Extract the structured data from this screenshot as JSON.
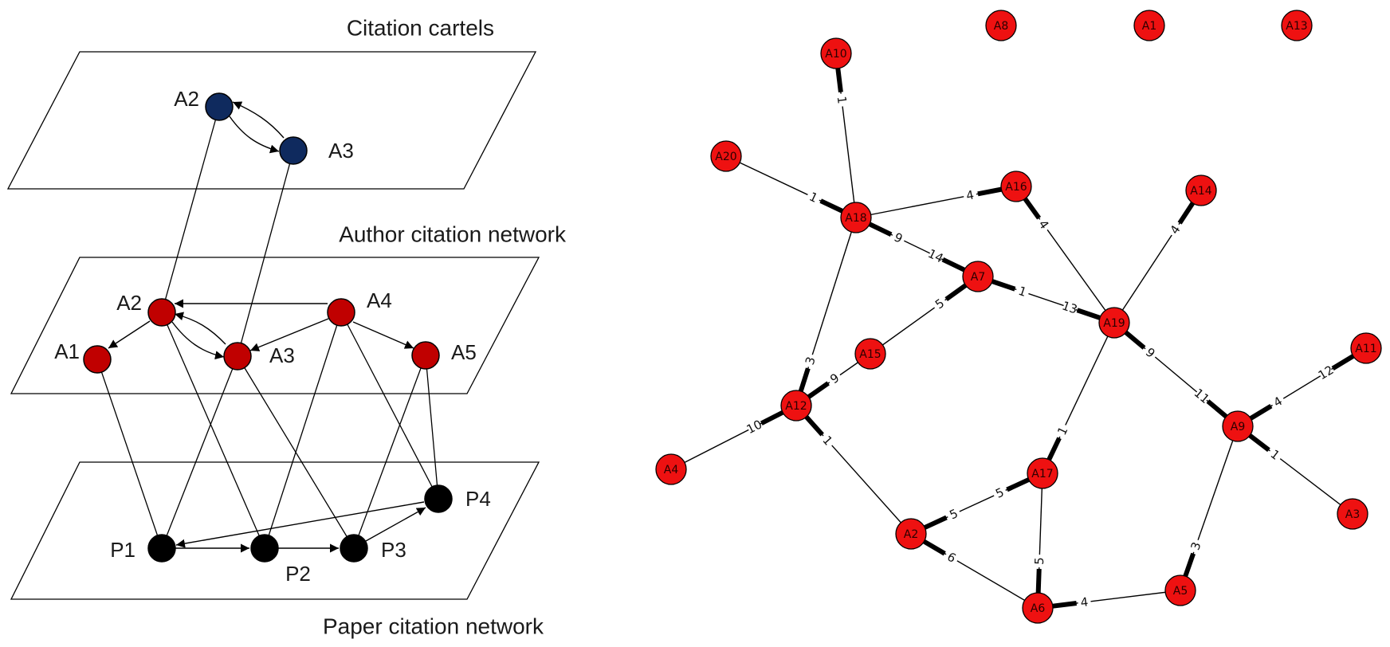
{
  "colors": {
    "cartel_node": "#0f2a5e",
    "author_node": "#c00000",
    "paper_node": "#000000",
    "graph_node": "#ee1111",
    "line": "#000000"
  },
  "left_panel": {
    "layers": {
      "cartel": "Citation cartels",
      "author": "Author citation network",
      "paper": "Paper citation network"
    },
    "cartel_nodes": [
      {
        "id": "A2",
        "label": "A2"
      },
      {
        "id": "A3",
        "label": "A3"
      }
    ],
    "author_nodes": [
      {
        "id": "A1",
        "label": "A1"
      },
      {
        "id": "A2",
        "label": "A2"
      },
      {
        "id": "A3",
        "label": "A3"
      },
      {
        "id": "A4",
        "label": "A4"
      },
      {
        "id": "A5",
        "label": "A5"
      }
    ],
    "paper_nodes": [
      {
        "id": "P1",
        "label": "P1"
      },
      {
        "id": "P2",
        "label": "P2"
      },
      {
        "id": "P3",
        "label": "P3"
      },
      {
        "id": "P4",
        "label": "P4"
      }
    ]
  },
  "right_panel": {
    "nodes": [
      "A1",
      "A2",
      "A3",
      "A4",
      "A5",
      "A6",
      "A7",
      "A8",
      "A9",
      "A10",
      "A11",
      "A12",
      "A13",
      "A14",
      "A15",
      "A16",
      "A17",
      "A18",
      "A19",
      "A20"
    ],
    "edges": [
      {
        "from": "A10",
        "to": "A18",
        "w_from": "1",
        "w_to": ""
      },
      {
        "from": "A20",
        "to": "A18",
        "w_from": "",
        "w_to": "1"
      },
      {
        "from": "A18",
        "to": "A16",
        "w_from": "",
        "w_to": "4"
      },
      {
        "from": "A18",
        "to": "A7",
        "w_from": "9",
        "w_to": "14"
      },
      {
        "from": "A18",
        "to": "A12",
        "w_from": "",
        "w_to": "3"
      },
      {
        "from": "A16",
        "to": "A19",
        "w_from": "4",
        "w_to": ""
      },
      {
        "from": "A14",
        "to": "A19",
        "w_from": "4",
        "w_to": ""
      },
      {
        "from": "A7",
        "to": "A19",
        "w_from": "1",
        "w_to": "13"
      },
      {
        "from": "A15",
        "to": "A7",
        "w_from": "",
        "w_to": "5"
      },
      {
        "from": "A12",
        "to": "A15",
        "w_from": "9",
        "w_to": ""
      },
      {
        "from": "A19",
        "to": "A9",
        "w_from": "9",
        "w_to": "11"
      },
      {
        "from": "A19",
        "to": "A17",
        "w_from": "",
        "w_to": "1"
      },
      {
        "from": "A4",
        "to": "A12",
        "w_from": "",
        "w_to": "10"
      },
      {
        "from": "A12",
        "to": "A2",
        "w_from": "1",
        "w_to": ""
      },
      {
        "from": "A2",
        "to": "A17",
        "w_from": "5",
        "w_to": "5"
      },
      {
        "from": "A2",
        "to": "A6",
        "w_from": "6",
        "w_to": ""
      },
      {
        "from": "A17",
        "to": "A6",
        "w_from": "",
        "w_to": "5"
      },
      {
        "from": "A6",
        "to": "A5",
        "w_from": "4",
        "w_to": ""
      },
      {
        "from": "A9",
        "to": "A5",
        "w_from": "",
        "w_to": "3"
      },
      {
        "from": "A9",
        "to": "A11",
        "w_from": "4",
        "w_to": "12"
      },
      {
        "from": "A9",
        "to": "A3",
        "w_from": "1",
        "w_to": ""
      }
    ]
  }
}
